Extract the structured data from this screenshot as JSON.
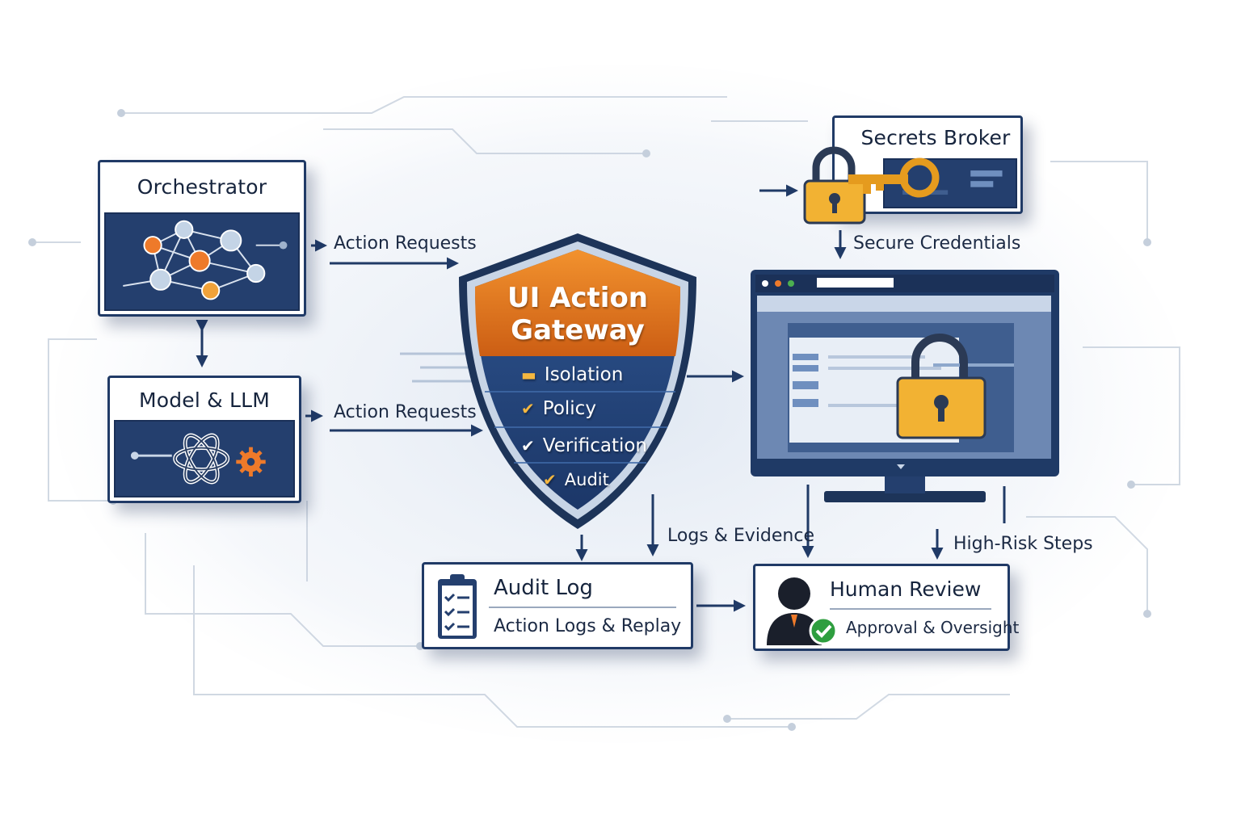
{
  "orchestrator": {
    "title": "Orchestrator"
  },
  "model": {
    "title": "Model & LLM"
  },
  "secrets": {
    "title": "Secrets Broker"
  },
  "gateway": {
    "title_line1": "UI Action",
    "title_line2": "Gateway",
    "items": [
      {
        "label": "Isolation",
        "mark": "▬"
      },
      {
        "label": "Policy",
        "mark": "✔"
      },
      {
        "label": "Verification",
        "mark": "✔"
      },
      {
        "label": "Audit",
        "mark": "✔"
      }
    ]
  },
  "arrows": {
    "action_requests_1": "Action Requests",
    "action_requests_2": "Action Requests",
    "secure_credentials": "Secure Credentials",
    "logs_evidence": "Logs & Evidence",
    "high_risk": "High-Risk Steps"
  },
  "audit_log": {
    "title": "Audit Log",
    "subtitle": "Action Logs & Replay"
  },
  "human_review": {
    "title": "Human Review",
    "subtitle": "Approval & Oversight"
  },
  "colors": {
    "navy": "#203a66",
    "orange": "#e07a24",
    "gold": "#f2b233",
    "light_blue": "#c9d6e8",
    "green": "#2e9e3f"
  }
}
